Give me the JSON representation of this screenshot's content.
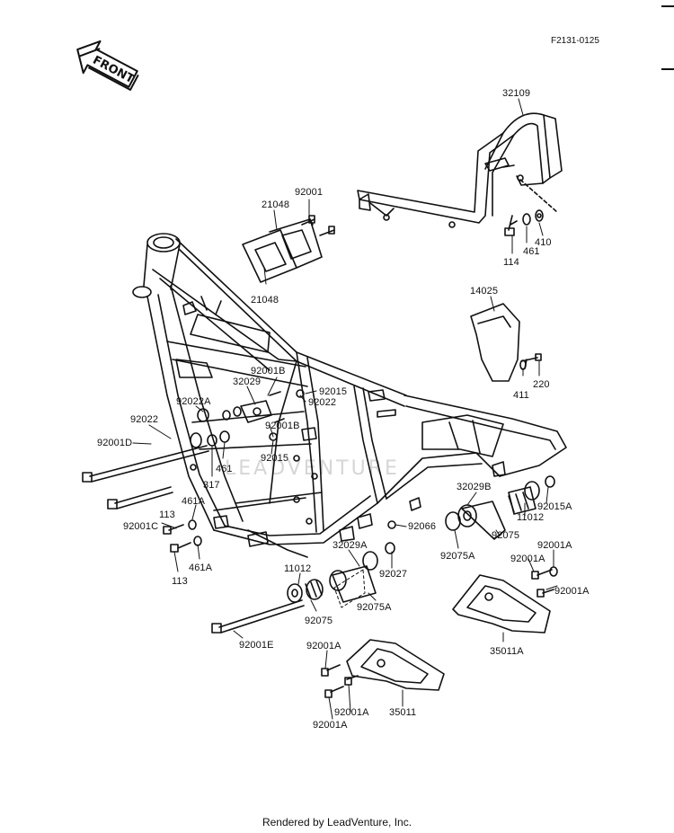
{
  "figure_code": "F2131-0125",
  "front_label": "FRONT",
  "footer": "Rendered by LeadVenture, Inc.",
  "watermark": "LEADVENTURE",
  "parts": [
    {
      "id": "p32109",
      "label": "32109"
    },
    {
      "id": "p92001-top",
      "label": "92001"
    },
    {
      "id": "p21048-a",
      "label": "21048"
    },
    {
      "id": "p21048-b",
      "label": "21048"
    },
    {
      "id": "p410",
      "label": "410"
    },
    {
      "id": "p114",
      "label": "114"
    },
    {
      "id": "p461-top",
      "label": "461"
    },
    {
      "id": "p14025",
      "label": "14025"
    },
    {
      "id": "p220",
      "label": "220"
    },
    {
      "id": "p411",
      "label": "411"
    },
    {
      "id": "p92001B-a",
      "label": "92001B"
    },
    {
      "id": "p32029",
      "label": "32029"
    },
    {
      "id": "p92015-a",
      "label": "92015"
    },
    {
      "id": "p92022-a",
      "label": "92022"
    },
    {
      "id": "p92022A",
      "label": "92022A"
    },
    {
      "id": "p92022-b",
      "label": "92022"
    },
    {
      "id": "p92001B-b",
      "label": "92001B"
    },
    {
      "id": "p92001D",
      "label": "92001D"
    },
    {
      "id": "p92015-b",
      "label": "92015"
    },
    {
      "id": "p461-mid",
      "label": "461"
    },
    {
      "id": "p317",
      "label": "317"
    },
    {
      "id": "p461A-a",
      "label": "461A"
    },
    {
      "id": "p92001C",
      "label": "92001C"
    },
    {
      "id": "p113-a",
      "label": "113"
    },
    {
      "id": "p461A-b",
      "label": "461A"
    },
    {
      "id": "p113-b",
      "label": "113"
    },
    {
      "id": "p32029B",
      "label": "32029B"
    },
    {
      "id": "p92015A",
      "label": "92015A"
    },
    {
      "id": "p11012-a",
      "label": "11012"
    },
    {
      "id": "p92066",
      "label": "92066"
    },
    {
      "id": "p92075-a",
      "label": "92075"
    },
    {
      "id": "p92075A-a",
      "label": "92075A"
    },
    {
      "id": "p32029A",
      "label": "32029A"
    },
    {
      "id": "p92027",
      "label": "92027"
    },
    {
      "id": "p11012-b",
      "label": "11012"
    },
    {
      "id": "p92075A-b",
      "label": "92075A"
    },
    {
      "id": "p92075-b",
      "label": "92075"
    },
    {
      "id": "p92001A-1",
      "label": "92001A"
    },
    {
      "id": "p92001A-2",
      "label": "92001A"
    },
    {
      "id": "p92001A-3",
      "label": "92001A"
    },
    {
      "id": "p35011A",
      "label": "35011A"
    },
    {
      "id": "p92001E",
      "label": "92001E"
    },
    {
      "id": "p92001A-4",
      "label": "92001A"
    },
    {
      "id": "p92001A-5",
      "label": "92001A"
    },
    {
      "id": "p92001A-6",
      "label": "92001A"
    },
    {
      "id": "p35011",
      "label": "35011"
    }
  ]
}
